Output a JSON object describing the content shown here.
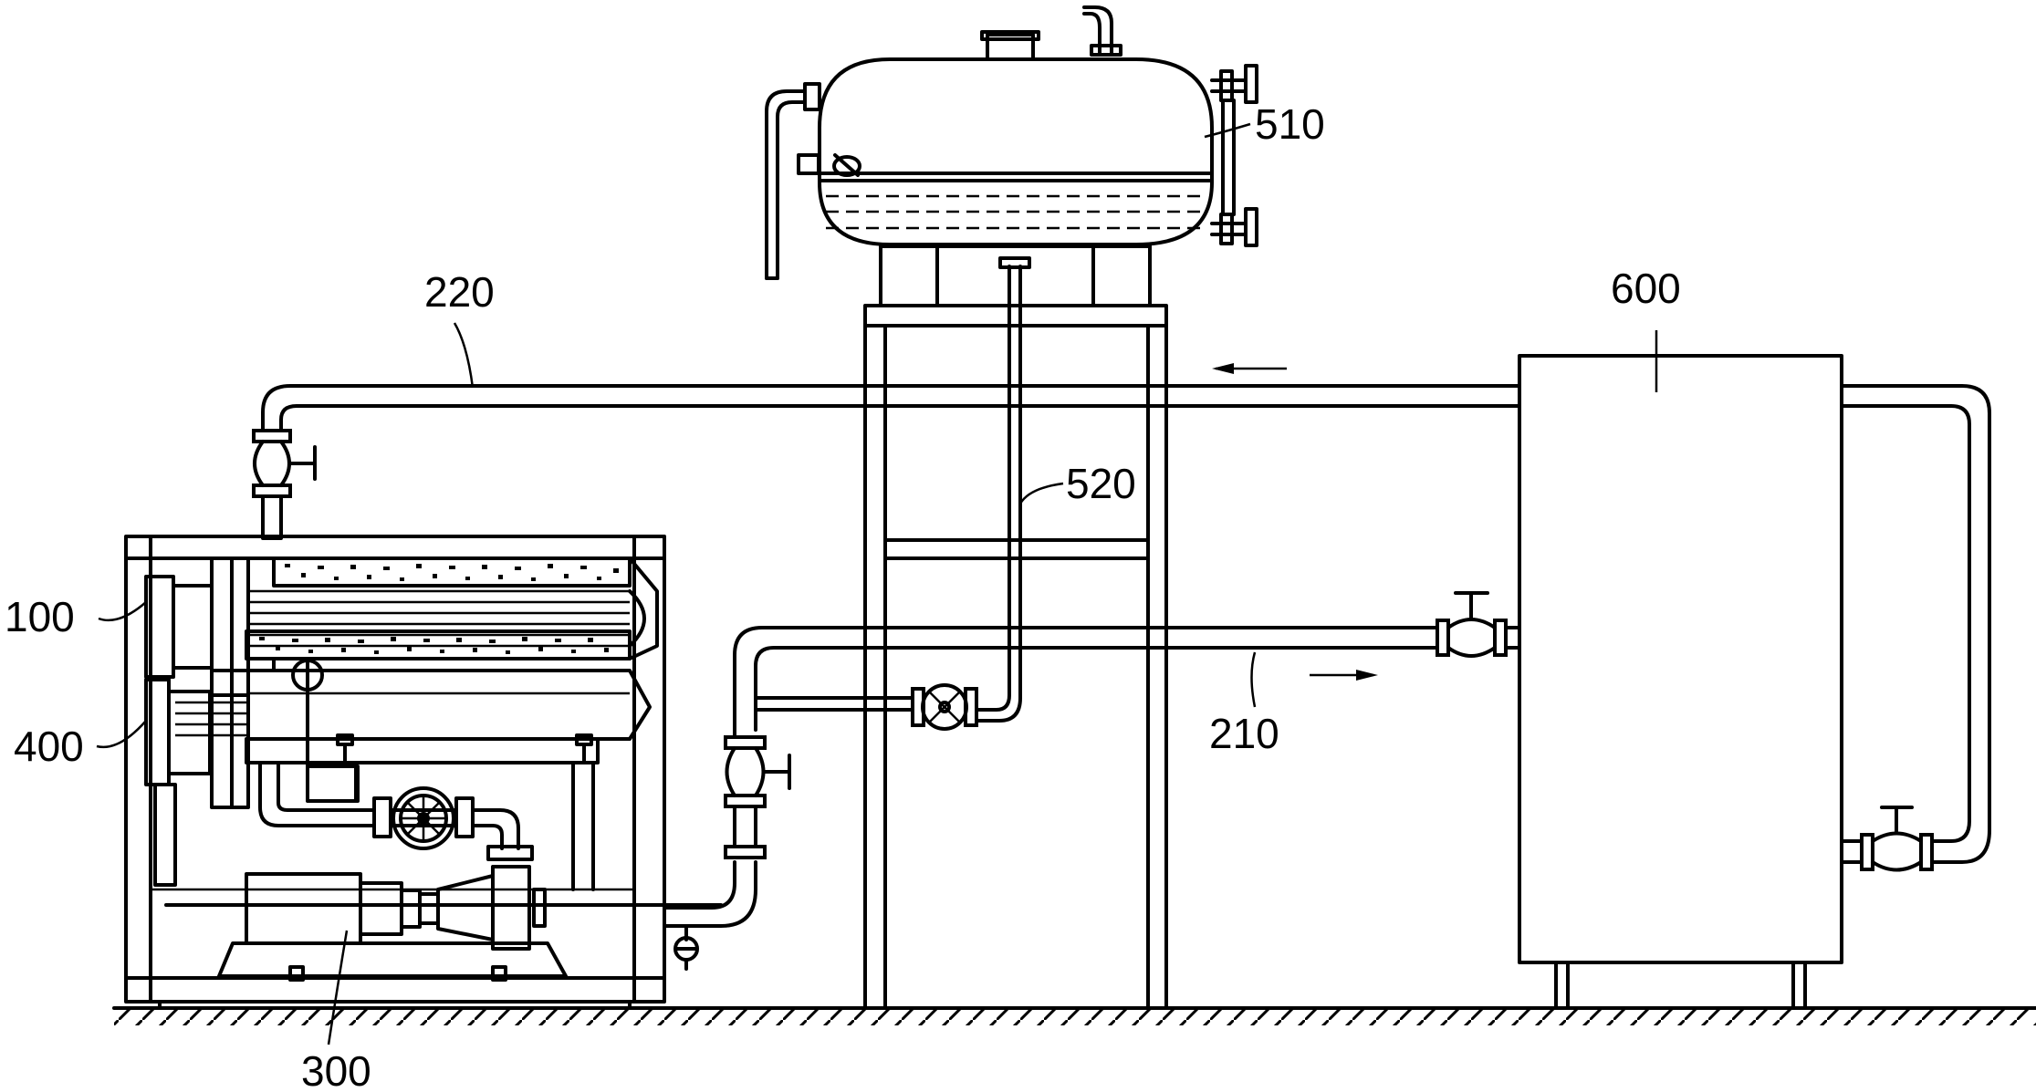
{
  "labels": {
    "l100": "100",
    "l220": "220",
    "l210": "210",
    "l300": "300",
    "l400": "400",
    "l510": "510",
    "l520": "520",
    "l600": "600"
  }
}
